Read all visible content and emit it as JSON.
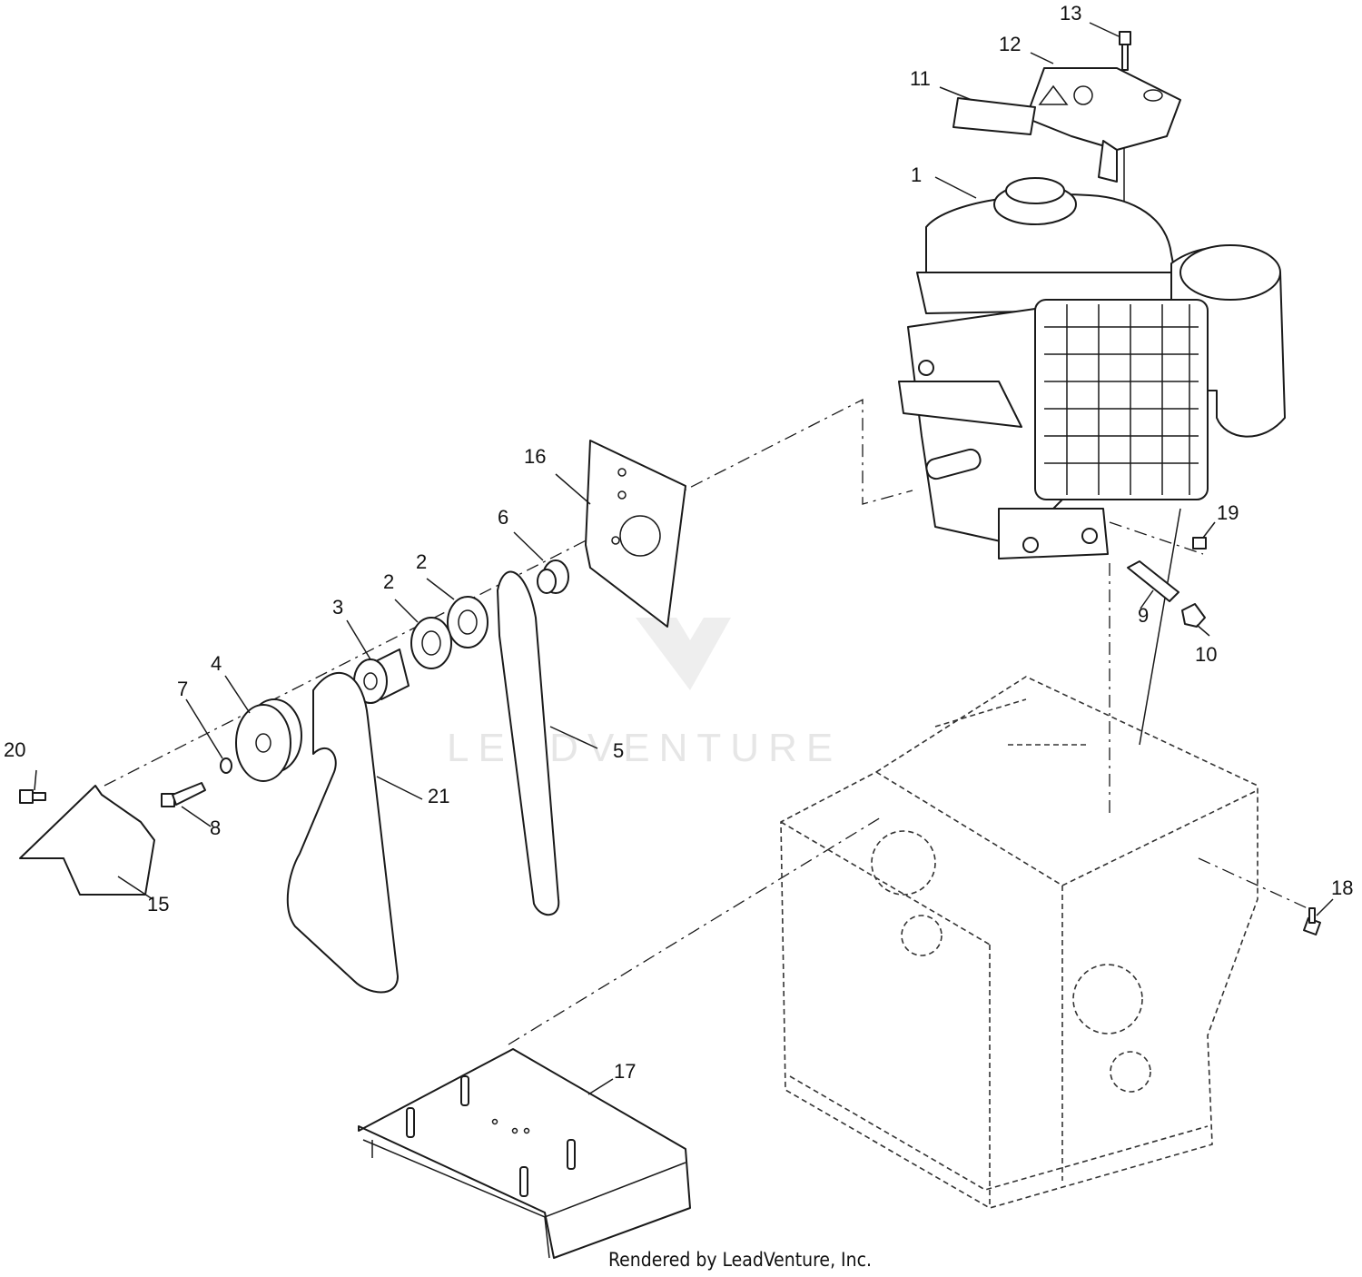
{
  "watermark": "LEADVENTURE",
  "credit": "Rendered by LeadVenture, Inc.",
  "callouts": {
    "c1": "1",
    "c2a": "2",
    "c2b": "2",
    "c3": "3",
    "c4": "4",
    "c5": "5",
    "c6": "6",
    "c7": "7",
    "c8": "8",
    "c9": "9",
    "c10": "10",
    "c11": "11",
    "c12": "12",
    "c13": "13",
    "c15": "15",
    "c16": "16",
    "c17": "17",
    "c18": "18",
    "c19": "19",
    "c20": "20",
    "c21": "21"
  }
}
